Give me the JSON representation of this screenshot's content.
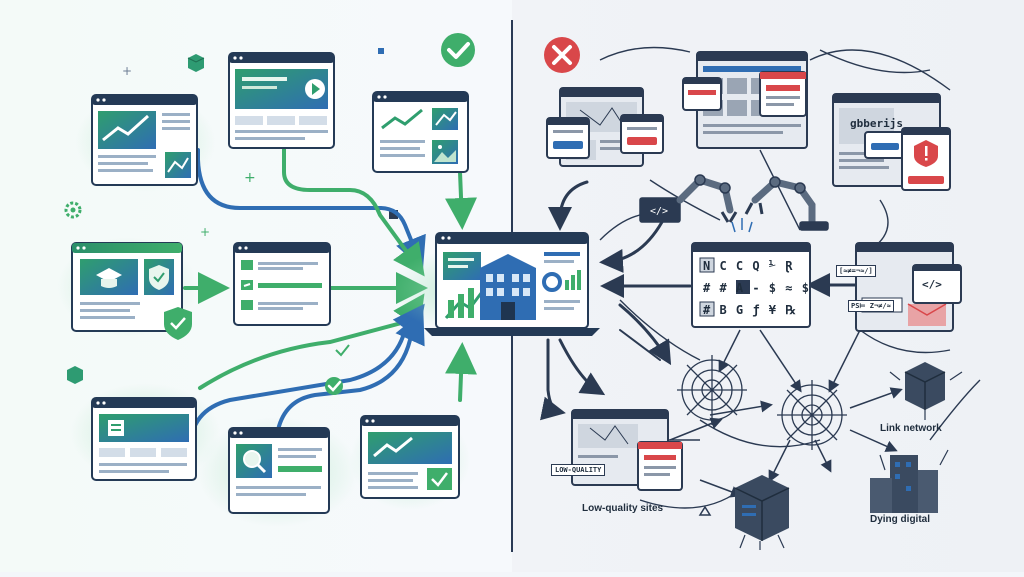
{
  "labels": {
    "link_network": "Link network",
    "low_quality_sites": "Low-quality sites",
    "dying_digital": "Dying digital",
    "low_quality_stamp": "LOW-QUALITY",
    "gibberish_title": "gbberijs",
    "code_icon": "</>",
    "code_icon_large": "</>"
  },
  "gibberish_panel": {
    "row1": "N C C Q ⅟ Ɽ",
    "row2": "# # A - $ ≈ $",
    "row3": "# B G ƒ ¥ ℞"
  },
  "code_strip": {
    "line1": "[≈≠=¬≈/]",
    "line2": "PS⊨ Z¬≠/≈"
  },
  "colors": {
    "good_accent": "#3fae6b",
    "good_blue": "#2f6db3",
    "bad_accent": "#d9474a",
    "navy": "#1f3550",
    "divider": "#2a3a55"
  },
  "icons": {
    "check": "check-icon",
    "cross": "cross-icon",
    "shield": "shield-icon",
    "graduation": "graduation-cap-icon",
    "link": "link-icon",
    "play": "play-icon",
    "search": "search-icon",
    "building": "building-icon",
    "robot_arm": "robot-arm-icon",
    "spider_web": "spider-web-icon",
    "server": "server-icon",
    "gear": "gear-icon",
    "warning": "warning-icon"
  }
}
